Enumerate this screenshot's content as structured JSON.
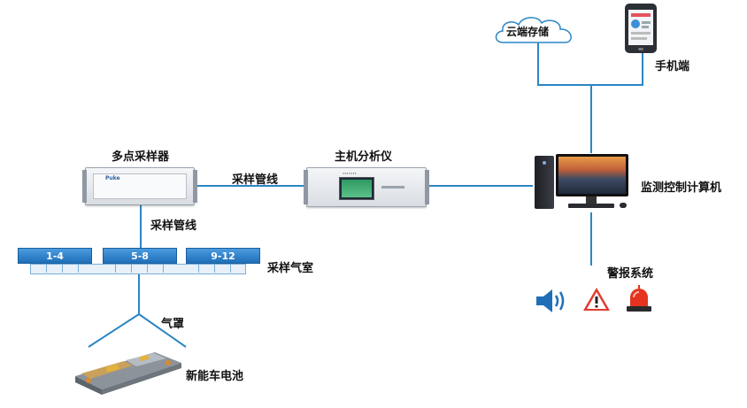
{
  "labels": {
    "cloud_storage": "云端存储",
    "mobile": "手机端",
    "multipoint_sampler": "多点采样器",
    "host_analyzer": "主机分析仪",
    "monitor_computer": "监测控制计算机",
    "sampling_line_top": "采样管线",
    "sampling_line_vertical": "采样管线",
    "sampling_chamber": "采样气室",
    "gas_hood": "气罩",
    "battery": "新能车电池",
    "alarm_system": "警报系统"
  },
  "chambers": [
    "1-4",
    "5-8",
    "9-12"
  ],
  "colors": {
    "line": "#2b86c5",
    "chamber": "#2f80cc"
  }
}
